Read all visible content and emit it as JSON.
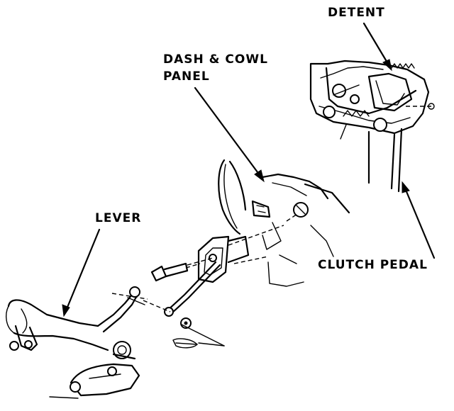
{
  "labels": {
    "detent": "DETENT",
    "dash_cowl_line1": "DASH & COWL",
    "dash_cowl_line2": "PANEL",
    "lever": "LEVER",
    "clutch_pedal": "CLUTCH PEDAL"
  }
}
